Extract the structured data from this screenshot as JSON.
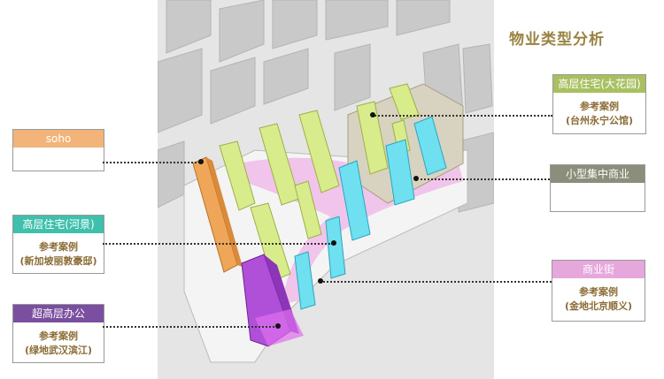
{
  "title": "物业类型分析",
  "cards": {
    "soho": {
      "header": "soho",
      "lines": [
        "",
        ""
      ],
      "color": "#f3b47a"
    },
    "river": {
      "header": "高层住宅(河景)",
      "lines": [
        "参考案例",
        "(新加坡丽敦豪邸)"
      ],
      "color": "#3fc0ad"
    },
    "office": {
      "header": "超高层办公",
      "lines": [
        "参考案例",
        "(绿地武汉滨江)"
      ],
      "color": "#7b4fa0"
    },
    "garden": {
      "header": "高层住宅(大花园)",
      "lines": [
        "参考案例",
        "(台州永宁公馆)"
      ],
      "color": "#a8c060"
    },
    "mall": {
      "header": "小型集中商业",
      "lines": [
        "",
        ""
      ],
      "color": "#8a8e7a"
    },
    "street": {
      "header": "商业街",
      "lines": [
        "参考案例",
        "(金地北京顺义)"
      ],
      "color": "#e6a8dc"
    }
  }
}
